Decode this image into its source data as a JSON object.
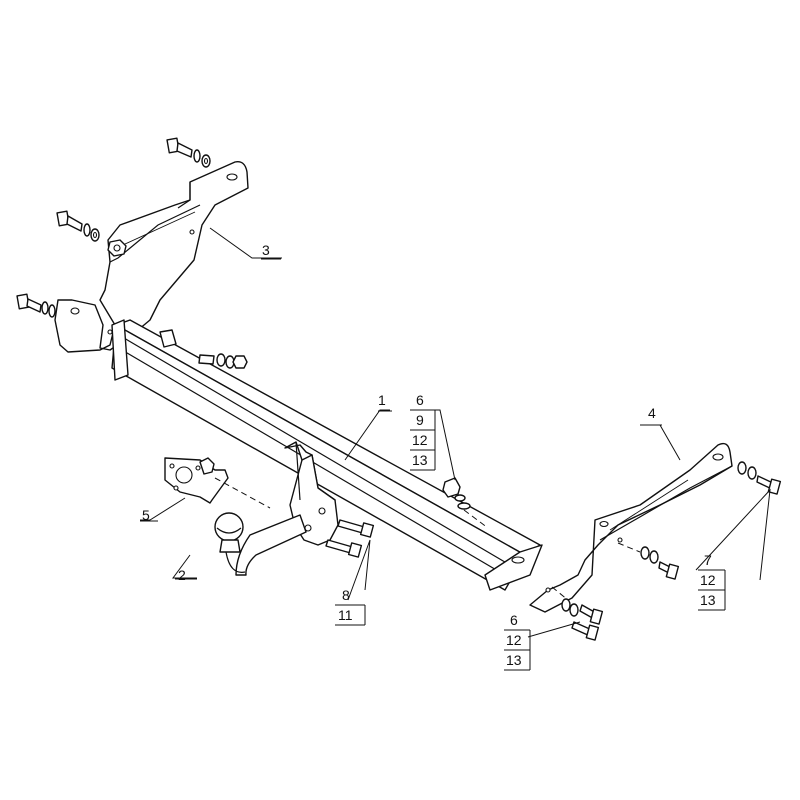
{
  "callouts": {
    "part_1": "1",
    "part_2": "2",
    "part_3": "3",
    "part_4": "4",
    "part_5": "5",
    "stack_center": [
      "6",
      "9",
      "12",
      "13"
    ],
    "stack_left_bottom": [
      "8",
      "11"
    ],
    "stack_right_bolts": [
      "7",
      "12",
      "13"
    ],
    "stack_right_bottom": [
      "6",
      "12",
      "13"
    ]
  }
}
